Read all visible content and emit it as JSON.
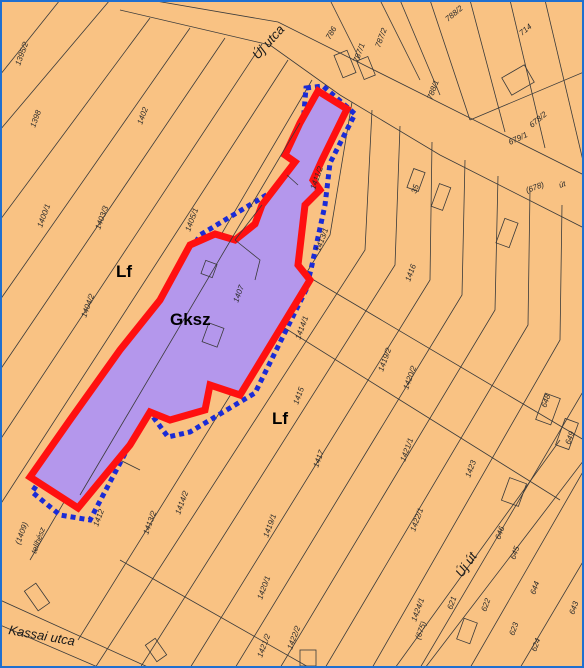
{
  "colors": {
    "background": "#f9c283",
    "frame": "#1f6fd0",
    "lines": "#3a3a3a",
    "zone_fill": "#b497ec",
    "zone_border": "#ff1010",
    "dotted_boundary": "#1a2bd6"
  },
  "streets": {
    "uj_utca": "Új utca",
    "uj_ut": "Új út",
    "kassai_utca": "Kassai utca"
  },
  "zones": {
    "gksz": "Gksz",
    "lf_west": "Lf",
    "lf_south": "Lf"
  },
  "parcels": {
    "p1395_2": "1395/2",
    "p1398": "1398",
    "p1400_1": "1400/1",
    "p1402": "1402",
    "p1403_3": "1403/3",
    "p1404_2": "1404/2",
    "p1405_1": "1405/1",
    "p1407": "1407",
    "p1411_2": "1411/2",
    "p1413_1": "1413/1",
    "p1414_1": "1414/1",
    "p1415": "1415",
    "p1416": "1416",
    "p1417": "1417",
    "p1419_2": "1419/2",
    "p1420_2": "1420/2",
    "p1421_1": "1421/1",
    "p1422_1": "1422/1",
    "p1423": "1423",
    "p1412": "1412",
    "p1413_2": "1413/2",
    "p1414_2": "1414/2",
    "p1419_1": "1419/1",
    "p1420_1": "1420/1",
    "p1421_2": "1421/2",
    "p1422_2": "1422/2",
    "p1424_1": "1424/1",
    "p1409": "(1409)",
    "p1409_sub": "telihész",
    "p786": "786",
    "p787_1": "787/1",
    "p787_2": "787/2",
    "p788_2": "788/2",
    "p714": "714",
    "p788_1": "788/1",
    "p678_2": "678/2",
    "p679_1": "679/1",
    "p678": "(678)",
    "p678_sub": "út",
    "p35": "35",
    "p646": "646",
    "p645": "645",
    "p644": "644",
    "p643": "643",
    "p621": "621",
    "p622": "622",
    "p623": "623",
    "p624": "624",
    "p675": "(675)",
    "p648": "648",
    "p649": "649"
  }
}
